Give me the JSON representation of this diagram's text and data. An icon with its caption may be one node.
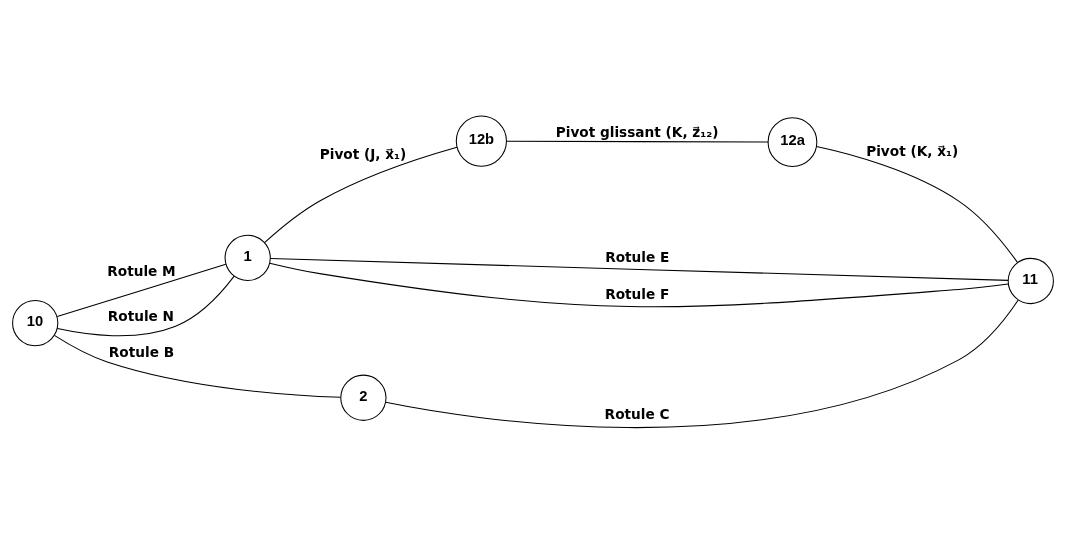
{
  "diagram": {
    "nodes": [
      {
        "text": [
          "10"
        ]
      },
      {
        "text": [
          "1"
        ]
      },
      {
        "text": [
          "12b"
        ]
      },
      {
        "text": [
          "12a"
        ]
      },
      {
        "text": [
          "11"
        ]
      },
      {
        "text": [
          "2"
        ]
      }
    ],
    "edges": [
      {
        "from": 0,
        "to": 1,
        "arrow": "none",
        "label": "Rotule M"
      },
      {
        "from": 0,
        "to": 1,
        "arrow": "none",
        "label": "Rotule N"
      },
      {
        "from": 1,
        "to": 2,
        "arrow": "none",
        "label": "Pivot (J, x⃗₁)"
      },
      {
        "from": 2,
        "to": 3,
        "arrow": "none",
        "label": "Pivot glissant (K, z⃗₁₂)"
      },
      {
        "from": 1,
        "to": 4,
        "arrow": "none",
        "label": "Rotule E"
      },
      {
        "from": 1,
        "to": 4,
        "arrow": "none",
        "label": "Rotule F"
      },
      {
        "from": 3,
        "to": 4,
        "arrow": "none",
        "label": "Pivot (K, x⃗₁)"
      },
      {
        "from": 0,
        "to": 5,
        "arrow": "none",
        "label": "Rotule B"
      },
      {
        "from": 5,
        "to": 4,
        "arrow": "none",
        "label": "Rotule C"
      }
    ]
  }
}
